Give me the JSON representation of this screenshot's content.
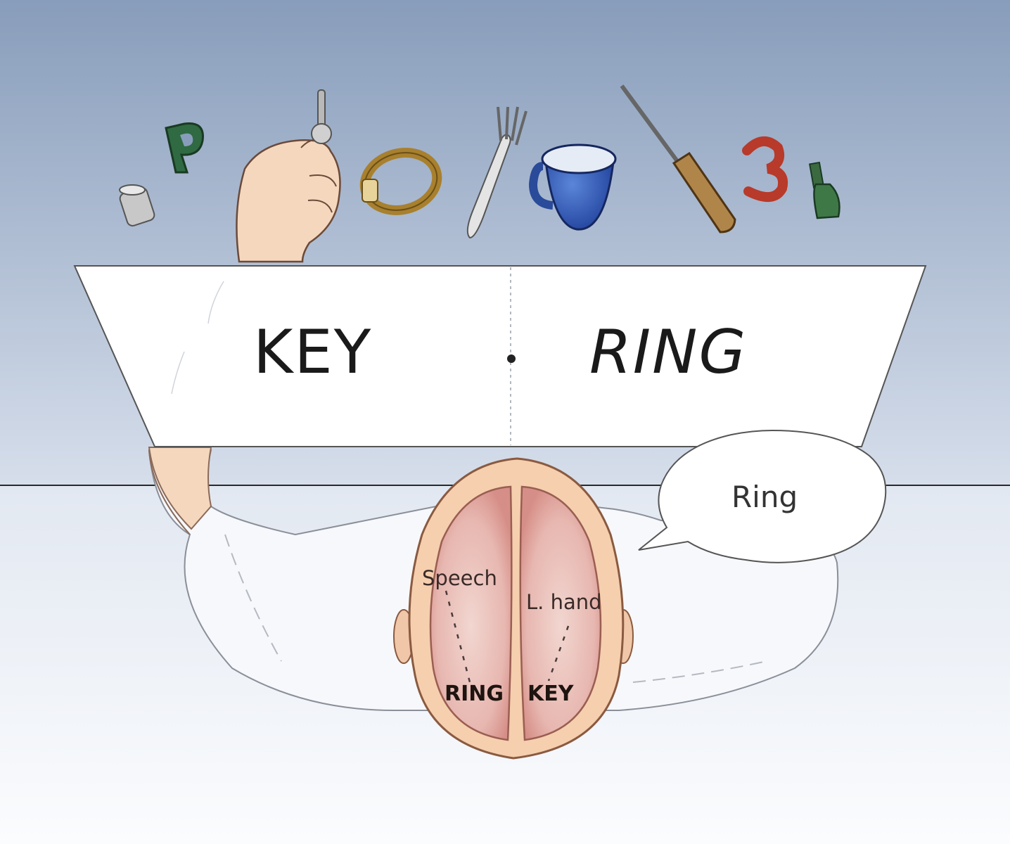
{
  "screen": {
    "left_word": "KEY",
    "right_word": "RING"
  },
  "speech_bubble": {
    "text": "Ring"
  },
  "brain": {
    "left_hemisphere_label": "Speech",
    "right_hemisphere_label": "L. hand",
    "left_hemisphere_word": "RING",
    "right_hemisphere_word": "KEY"
  },
  "objects": [
    "thimble-icon",
    "letter-p-icon",
    "key-icon",
    "watch-icon",
    "fork-icon",
    "mug-icon",
    "screwdriver-icon",
    "number-3-icon",
    "bottle-icon"
  ],
  "colors": {
    "sky_top": "#8a9fbd",
    "sky_bottom": "#dde4ef",
    "table": "#f4f6fa",
    "brain": "#e4b0a8",
    "skin": "#f5d7bd"
  }
}
